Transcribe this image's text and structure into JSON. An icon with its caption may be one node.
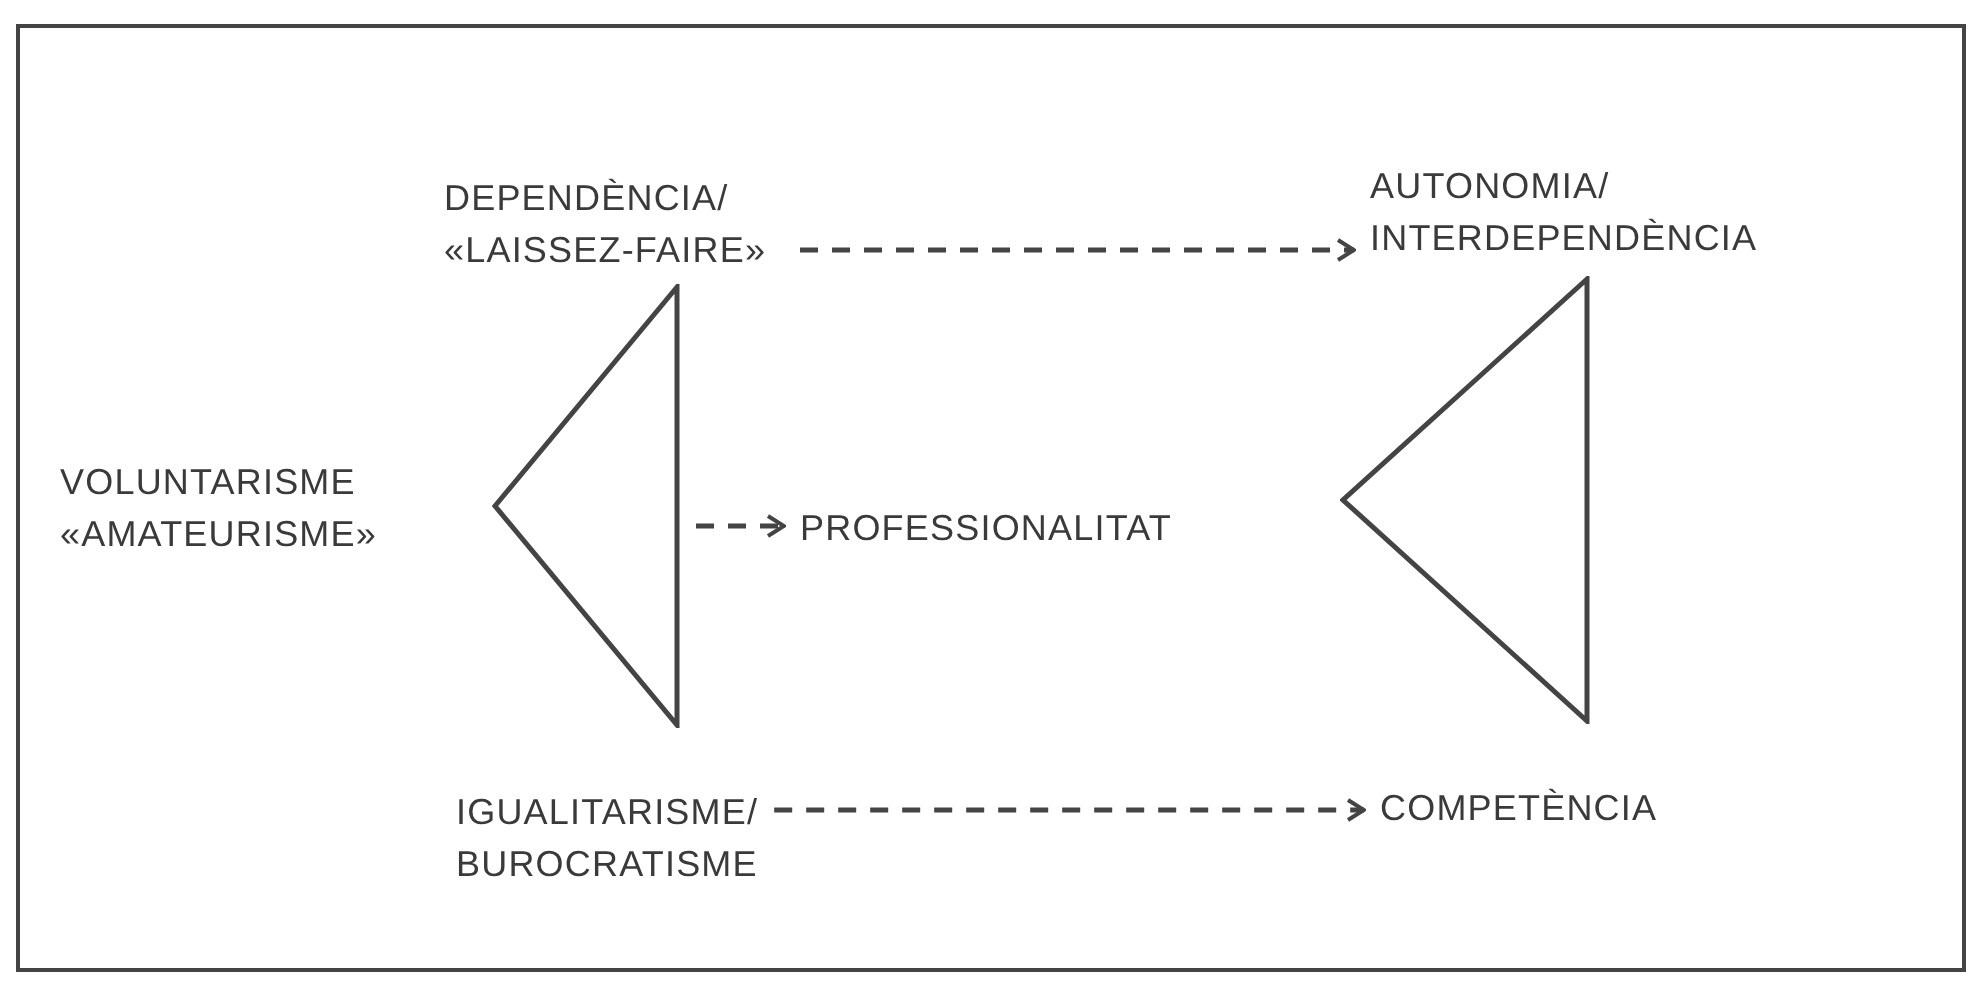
{
  "diagram": {
    "nodes": [
      {
        "text": [
          "DEPENDÈNCIA/ «LAISSEZ-FAIRE»"
        ]
      },
      {
        "text": [
          "AUTONOMIA/ INTERDEPENDÈNCIA"
        ]
      },
      {
        "text": [],
        "shape": "triangle"
      },
      {
        "text": [],
        "shape": "triangle"
      },
      {
        "text": [
          "VOLUNTARISME «AMATEURISME»"
        ]
      },
      {
        "text": [
          "PROFESSIONALITAT"
        ]
      },
      {
        "text": [
          "IGUALITARISME/ BUROCRATISME"
        ]
      },
      {
        "text": [
          "COMPETÈNCIA"
        ]
      }
    ],
    "edges": [
      {
        "from": 0,
        "to": 1,
        "arrow": "to",
        "style": "dashed"
      },
      {
        "from": 2,
        "to": 5,
        "arrow": "to",
        "style": "dashed"
      },
      {
        "from": 6,
        "to": 7,
        "arrow": "to",
        "style": "dashed"
      }
    ]
  }
}
